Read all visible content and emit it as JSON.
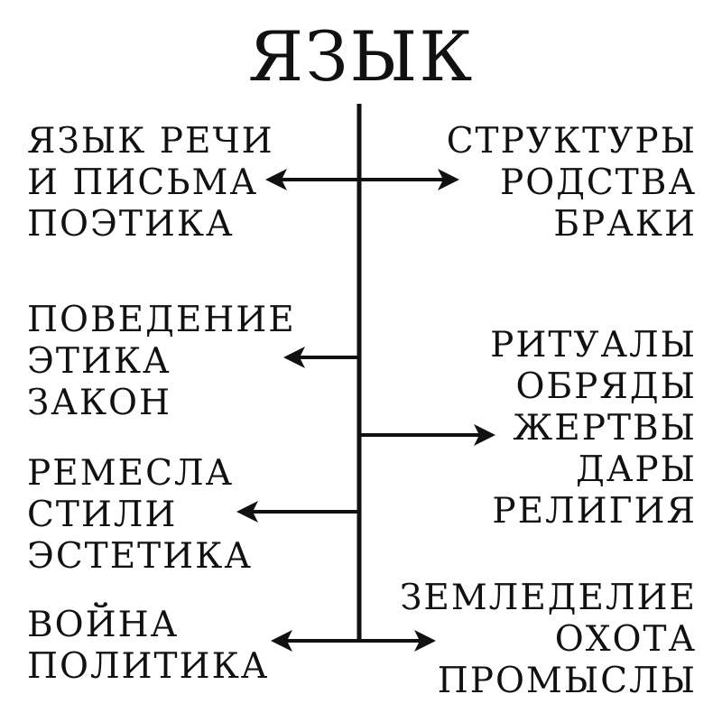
{
  "title": "ЯЗЫК",
  "left_blocks": [
    [
      "ЯЗЫК РЕЧИ",
      "И ПИСЬМА",
      "ПОЭТИКА"
    ],
    [
      "ПОВЕДЕНИЕ",
      "ЭТИКА",
      "ЗАКОН"
    ],
    [
      "РЕМЕСЛА",
      "СТИЛИ",
      "ЭСТЕТИКА"
    ],
    [
      "ВОЙНА",
      "ПОЛИТИКА"
    ]
  ],
  "right_blocks": [
    [
      "СТРУКТУРЫ",
      "РОДСТВА",
      "БРАКИ"
    ],
    [
      "РИТУАЛЫ",
      "ОБРЯДЫ",
      "ЖЕРТВЫ",
      "ДАРЫ",
      "РЕЛИГИЯ"
    ],
    [
      "ЗЕМЛЕДЕЛИЕ",
      "ОХОТА",
      "ПРОМЫСЛЫ"
    ]
  ],
  "colors": {
    "ink": "#111111",
    "background": "#ffffff"
  }
}
